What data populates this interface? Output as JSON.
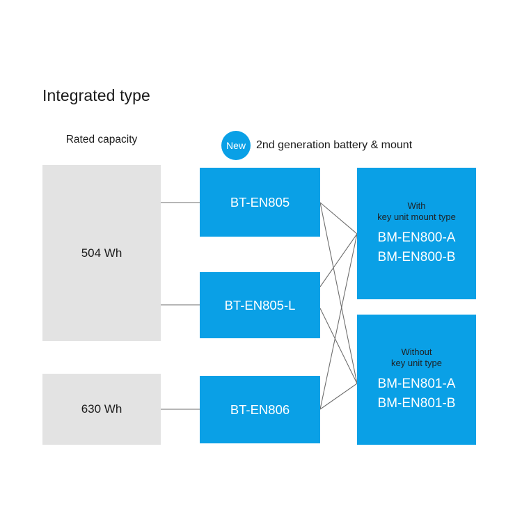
{
  "title": "Integrated type",
  "headers": {
    "left_column": "Rated capacity",
    "badge": "New",
    "right_columns": "2nd generation battery & mount"
  },
  "colors": {
    "accent_blue": "#0aa0e6",
    "gray_box": "#e3e3e3",
    "text_dark": "#1a1a1a",
    "connector": "#6e6e6e",
    "background": "#ffffff"
  },
  "capacity_nodes": [
    {
      "id": "504wh",
      "label": "504 Wh"
    },
    {
      "id": "630wh",
      "label": "630 Wh"
    }
  ],
  "battery_nodes": [
    {
      "id": "bt-en805",
      "label": "BT-EN805"
    },
    {
      "id": "bt-en805-l",
      "label": "BT-EN805-L"
    },
    {
      "id": "bt-en806",
      "label": "BT-EN806"
    }
  ],
  "mount_nodes": [
    {
      "id": "bm-en800",
      "sub_line1": "With",
      "sub_line2": "key unit mount type",
      "model1": "BM-EN800-A",
      "model2": "BM-EN800-B"
    },
    {
      "id": "bm-en801",
      "sub_line1": "Without",
      "sub_line2": "key unit type",
      "model1": "BM-EN801-A",
      "model2": "BM-EN801-B"
    }
  ],
  "connections": [
    {
      "from": "504wh",
      "to": "bt-en805"
    },
    {
      "from": "504wh",
      "to": "bt-en805-l"
    },
    {
      "from": "630wh",
      "to": "bt-en806"
    },
    {
      "from": "bt-en805",
      "to": "bm-en800"
    },
    {
      "from": "bt-en805",
      "to": "bm-en801"
    },
    {
      "from": "bt-en805-l",
      "to": "bm-en800"
    },
    {
      "from": "bt-en805-l",
      "to": "bm-en801"
    },
    {
      "from": "bt-en806",
      "to": "bm-en800"
    },
    {
      "from": "bt-en806",
      "to": "bm-en801"
    }
  ]
}
